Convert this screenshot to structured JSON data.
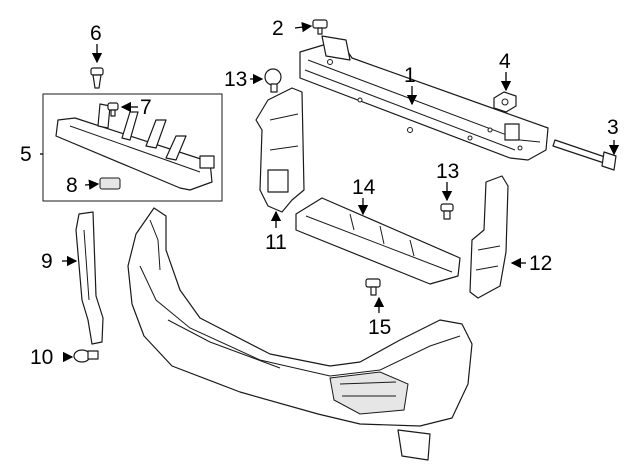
{
  "callouts": {
    "c1": "1",
    "c2": "2",
    "c3": "3",
    "c4": "4",
    "c5": "5",
    "c6": "6",
    "c7": "7",
    "c8": "8",
    "c9": "9",
    "c10": "10",
    "c11": "11",
    "c12": "12",
    "c13a": "13",
    "c13b": "13",
    "c14": "14",
    "c15": "15"
  },
  "colors": {
    "line": "#1a1a1a",
    "background": "#ffffff",
    "shade": "#e6e6e6"
  }
}
